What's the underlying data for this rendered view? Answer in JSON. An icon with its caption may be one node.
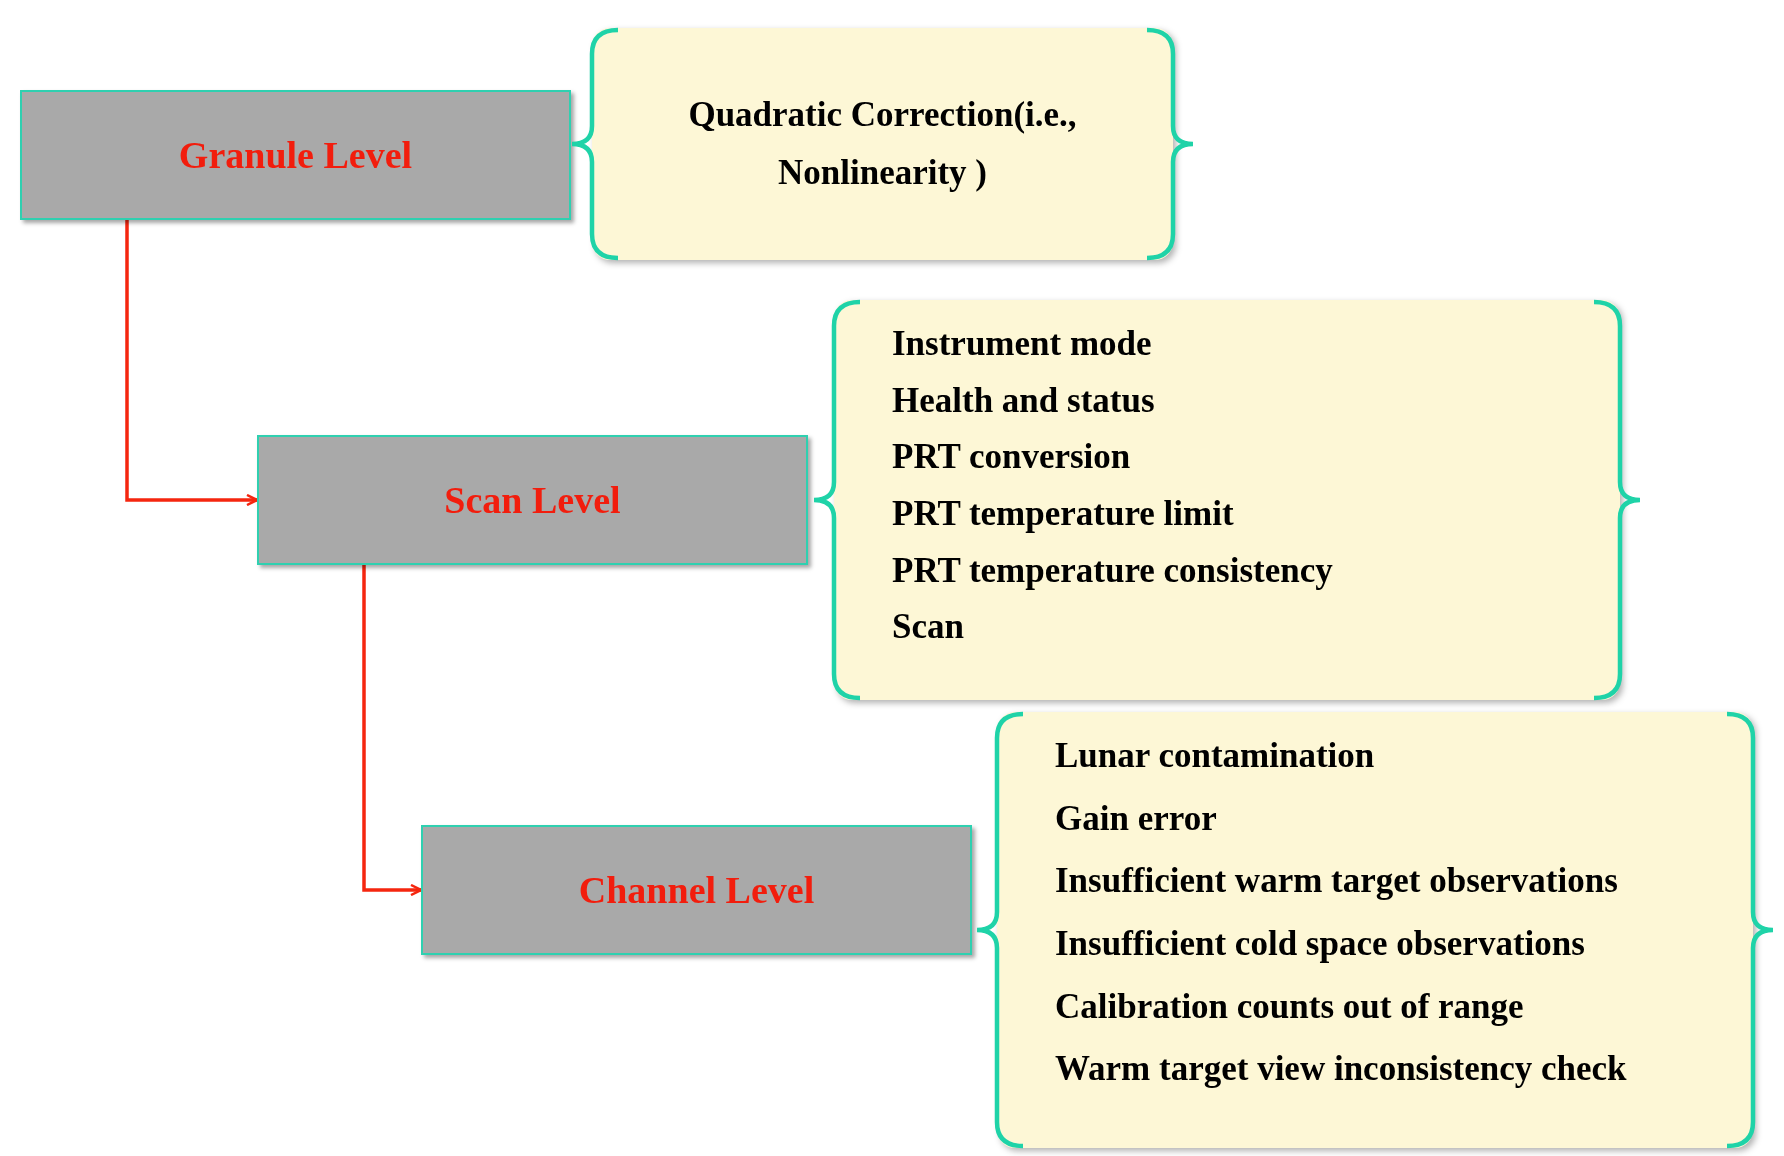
{
  "diagram": {
    "nodes": [
      {
        "text": [
          "Granule Level"
        ]
      },
      {
        "text": [
          "Quadratic Correction(i.e., Nonlinearity )"
        ]
      },
      {
        "text": [
          "Scan Level"
        ]
      },
      {
        "text": [
          "Instrument mode",
          "Health and status",
          "PRT conversion",
          "PRT temperature limit",
          "PRT temperature consistency",
          "Scan"
        ]
      },
      {
        "text": [
          "Channel Level"
        ]
      },
      {
        "text": [
          "Lunar contamination",
          "Gain error",
          "Insufficient warm target observations",
          "Insufficient cold space observations",
          "Calibration counts out of range",
          "Warm target view inconsistency check"
        ]
      }
    ],
    "edges": [
      {
        "from": 0,
        "to": 2,
        "arrow": "to"
      },
      {
        "from": 2,
        "to": 4,
        "arrow": "to"
      }
    ]
  }
}
